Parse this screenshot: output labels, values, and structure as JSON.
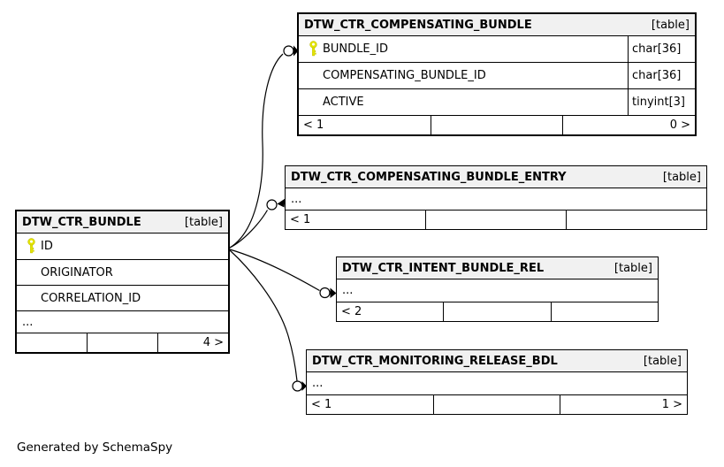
{
  "note": "Generated by SchemaSpy",
  "colors": {
    "header_bg": "#f1f1f1",
    "table_border": "#000000",
    "key_icon_yellow": "#e3e300",
    "background": "#ffffff"
  },
  "tables": {
    "compensating_bundle": {
      "name": "DTW_CTR_COMPENSATING_BUNDLE",
      "badge": "[table]",
      "columns": [
        {
          "name": "BUNDLE_ID",
          "type": "char[36]",
          "primary_key": true
        },
        {
          "name": "COMPENSATING_BUNDLE_ID",
          "type": "char[36]",
          "primary_key": false
        },
        {
          "name": "ACTIVE",
          "type": "tinyint[3]",
          "primary_key": false
        }
      ],
      "footer_left": "< 1",
      "footer_center": "",
      "footer_right": "0 >"
    },
    "compensating_bundle_entry": {
      "name": "DTW_CTR_COMPENSATING_BUNDLE_ENTRY",
      "badge": "[table]",
      "ellipsis": "...",
      "footer_left": "< 1",
      "footer_center": "",
      "footer_right": ""
    },
    "bundle": {
      "name": "DTW_CTR_BUNDLE",
      "badge": "[table]",
      "columns": [
        {
          "name": "ID",
          "primary_key": true
        },
        {
          "name": "ORIGINATOR",
          "primary_key": false
        },
        {
          "name": "CORRELATION_ID",
          "primary_key": false
        }
      ],
      "ellipsis": "...",
      "footer_left": "",
      "footer_center": "",
      "footer_right": "4 >"
    },
    "intent_bundle_rel": {
      "name": "DTW_CTR_INTENT_BUNDLE_REL",
      "badge": "[table]",
      "ellipsis": "...",
      "footer_left": "< 2",
      "footer_center": "",
      "footer_right": ""
    },
    "monitoring_release_bdl": {
      "name": "DTW_CTR_MONITORING_RELEASE_BDL",
      "badge": "[table]",
      "ellipsis": "...",
      "footer_left": "< 1",
      "footer_center": "",
      "footer_right": "1 >"
    }
  },
  "relationships": [
    {
      "from": "DTW_CTR_BUNDLE.ID",
      "to": "DTW_CTR_COMPENSATING_BUNDLE.BUNDLE_ID"
    },
    {
      "from": "DTW_CTR_BUNDLE.ID",
      "to": "DTW_CTR_COMPENSATING_BUNDLE_ENTRY"
    },
    {
      "from": "DTW_CTR_BUNDLE.ID",
      "to": "DTW_CTR_INTENT_BUNDLE_REL"
    },
    {
      "from": "DTW_CTR_BUNDLE.ID",
      "to": "DTW_CTR_MONITORING_RELEASE_BDL"
    }
  ]
}
